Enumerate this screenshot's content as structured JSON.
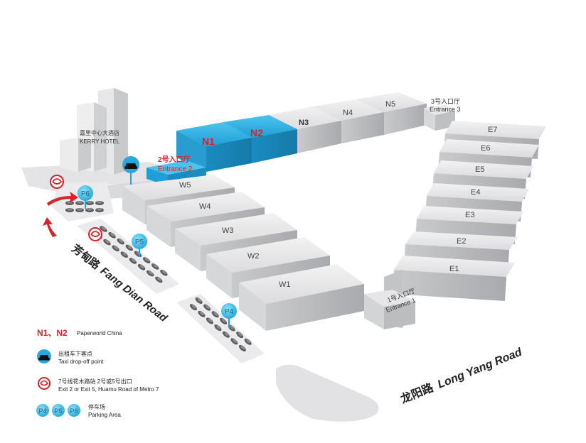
{
  "hotel": {
    "name_cn": "嘉里中心大酒店",
    "name_en": "KERRY HOTEL"
  },
  "halls": {
    "north": [
      "N1",
      "N2",
      "N3",
      "N4",
      "N5"
    ],
    "west": [
      "W5",
      "W4",
      "W3",
      "W2",
      "W1"
    ],
    "east": [
      "E7",
      "E6",
      "E5",
      "E4",
      "E3",
      "E2",
      "E1"
    ]
  },
  "entrances": {
    "e1": {
      "cn": "1号入口厅",
      "en": "Entrance 1"
    },
    "e2": {
      "cn": "2号入口厅",
      "en": "Entrance 2"
    },
    "e3": {
      "cn": "3号入口厅",
      "en": "Entrance 3"
    }
  },
  "parking": {
    "p4": "P4",
    "p5": "P5",
    "p6": "P6"
  },
  "roads": {
    "fang_dian": {
      "cn": "芳甸路",
      "en": "Fang Dian Road"
    },
    "long_yang": {
      "cn": "龙阳路",
      "en": "Long Yang Road"
    }
  },
  "legend": {
    "paperworld": {
      "key": "N1、N2",
      "text": "Paperworld China"
    },
    "taxi": {
      "cn": "出租车下客点",
      "en": "Taxi drop-off point"
    },
    "metro": {
      "cn": "7号线花木路站 2号或5号出口",
      "en": "Exit 2 or Exit 5, Huamu Road of Metro 7"
    },
    "parking": {
      "keys": [
        "P4",
        "P5",
        "P6"
      ],
      "cn": "停车场",
      "en": "Parking Area"
    }
  },
  "colors": {
    "paperworld_hall": "#29a9e0",
    "parking_marker": "#3ab8e0",
    "highlight_text": "#d8232a",
    "hall_light": "#e6e6e8",
    "hall_side": "#b9babd",
    "metro_red": "#d8232a"
  },
  "icons": [
    "taxi-icon",
    "metro-icon",
    "parking-pin-icon",
    "arrow-icon"
  ]
}
